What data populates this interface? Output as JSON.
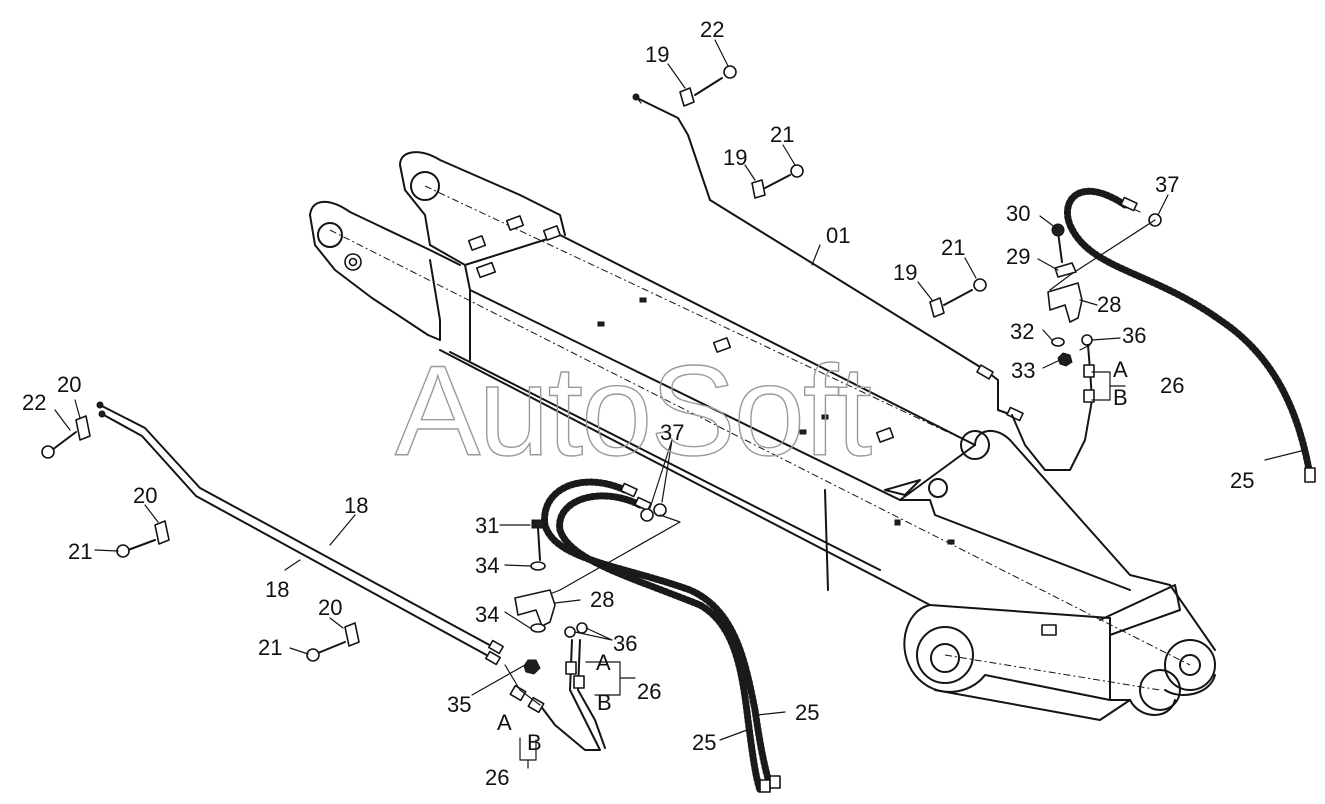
{
  "watermark": "AutoSoft",
  "callouts": [
    {
      "id": "c22a",
      "text": "22"
    },
    {
      "id": "c19a",
      "text": "19"
    },
    {
      "id": "c21a",
      "text": "21"
    },
    {
      "id": "c19b",
      "text": "19"
    },
    {
      "id": "c01",
      "text": "01"
    },
    {
      "id": "c21b",
      "text": "21"
    },
    {
      "id": "c19c",
      "text": "19"
    },
    {
      "id": "c30",
      "text": "30"
    },
    {
      "id": "c37a",
      "text": "37"
    },
    {
      "id": "c29",
      "text": "29"
    },
    {
      "id": "c28a",
      "text": "28"
    },
    {
      "id": "c32",
      "text": "32"
    },
    {
      "id": "c36a",
      "text": "36"
    },
    {
      "id": "c33",
      "text": "33"
    },
    {
      "id": "cAa",
      "text": "A"
    },
    {
      "id": "cBa",
      "text": "B"
    },
    {
      "id": "c26a",
      "text": "26"
    },
    {
      "id": "c25a",
      "text": "25"
    },
    {
      "id": "c22b",
      "text": "22"
    },
    {
      "id": "c20a",
      "text": "20"
    },
    {
      "id": "c20b",
      "text": "20"
    },
    {
      "id": "c21c",
      "text": "21"
    },
    {
      "id": "c18a",
      "text": "18"
    },
    {
      "id": "c18b",
      "text": "18"
    },
    {
      "id": "c20c",
      "text": "20"
    },
    {
      "id": "c21d",
      "text": "21"
    },
    {
      "id": "c37b",
      "text": "37"
    },
    {
      "id": "c31",
      "text": "31"
    },
    {
      "id": "c34a",
      "text": "34"
    },
    {
      "id": "c28b",
      "text": "28"
    },
    {
      "id": "c34b",
      "text": "34"
    },
    {
      "id": "c36b",
      "text": "36"
    },
    {
      "id": "cAb",
      "text": "A"
    },
    {
      "id": "c26b",
      "text": "26"
    },
    {
      "id": "cBb",
      "text": "B"
    },
    {
      "id": "c35",
      "text": "35"
    },
    {
      "id": "c25b",
      "text": "25"
    },
    {
      "id": "c25c",
      "text": "25"
    },
    {
      "id": "cAc",
      "text": "A"
    },
    {
      "id": "cBc",
      "text": "B"
    },
    {
      "id": "c26c",
      "text": "26"
    }
  ]
}
